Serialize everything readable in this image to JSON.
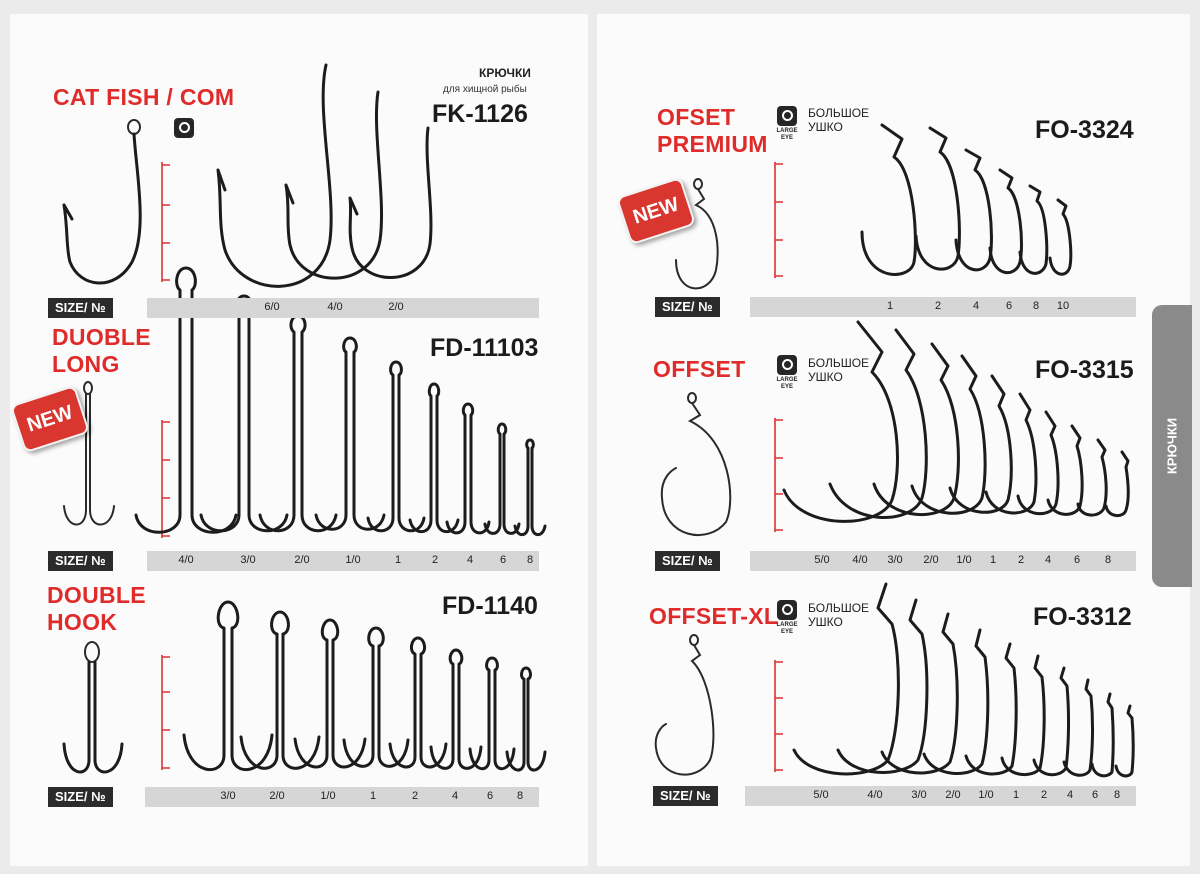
{
  "left_page": {
    "sections": [
      {
        "title_lines": [
          "CAT FISH / COM"
        ],
        "subtitle_lines": [
          "КРЮЧКИ",
          "для хищной рыбы"
        ],
        "model": "FK-1126",
        "size_label": "SIZE/ №",
        "sizes": [
          "6/0",
          "4/0",
          "2/0"
        ]
      },
      {
        "title_lines": [
          "DUOBLE",
          "LONG"
        ],
        "badge": "NEW",
        "model": "FD-11103",
        "size_label": "SIZE/ №",
        "sizes": [
          "4/0",
          "3/0",
          "2/0",
          "1/0",
          "1",
          "2",
          "4",
          "6",
          "8"
        ]
      },
      {
        "title_lines": [
          "DOUBLE",
          "HOOK"
        ],
        "model": "FD-1140",
        "size_label": "SIZE/ №",
        "sizes": [
          "3/0",
          "2/0",
          "1/0",
          "1",
          "2",
          "4",
          "6",
          "8"
        ]
      }
    ]
  },
  "right_page": {
    "sections": [
      {
        "title_lines": [
          "OFSET",
          "PREMIUM"
        ],
        "badge": "NEW",
        "eye_label": [
          "LARGE",
          "EYE"
        ],
        "eye_note": [
          "БОЛЬШОЕ",
          "УШКО"
        ],
        "model": "FO-3324",
        "size_label": "SIZE/ №",
        "sizes": [
          "1",
          "2",
          "4",
          "6",
          "8",
          "10"
        ]
      },
      {
        "title_lines": [
          "OFFSET"
        ],
        "eye_label": [
          "LARGE",
          "EYE"
        ],
        "eye_note": [
          "БОЛЬШОЕ",
          "УШКО"
        ],
        "model": "FO-3315",
        "size_label": "SIZE/ №",
        "sizes": [
          "5/0",
          "4/0",
          "3/0",
          "2/0",
          "1/0",
          "1",
          "2",
          "4",
          "6",
          "8"
        ]
      },
      {
        "title_lines": [
          "OFFSET-XL"
        ],
        "eye_label": [
          "LARGE",
          "EYE"
        ],
        "eye_note": [
          "БОЛЬШОЕ",
          "УШКО"
        ],
        "model": "FO-3312",
        "size_label": "SIZE/ №",
        "sizes": [
          "5/0",
          "4/0",
          "3/0",
          "2/0",
          "1/0",
          "1",
          "2",
          "4",
          "6",
          "8"
        ]
      }
    ],
    "side_tab": "КРЮЧКИ"
  },
  "colors": {
    "title_red": "#e02b2b",
    "badge_red": "#d9362f",
    "size_bar": "#d6d6d6",
    "tab_gray": "#8a8a8a"
  }
}
